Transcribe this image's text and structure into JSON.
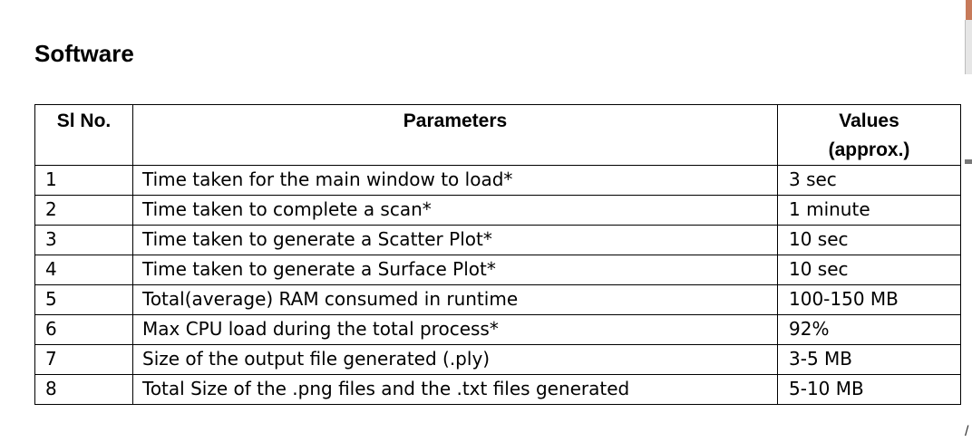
{
  "heading": "Software",
  "table": {
    "headers": {
      "sl_no": "Sl No.",
      "parameters": "Parameters",
      "values_line1": "Values",
      "values_line2": "(approx.)"
    },
    "rows": [
      {
        "no": "1",
        "parameter": "Time taken for the main window to load*",
        "value": "3 sec"
      },
      {
        "no": "2",
        "parameter": "Time taken to complete a scan*",
        "value": "1 minute"
      },
      {
        "no": "3",
        "parameter": "Time taken to generate a Scatter Plot*",
        "value": "10 sec"
      },
      {
        "no": "4",
        "parameter": "Time taken to generate a Surface Plot*",
        "value": "10 sec"
      },
      {
        "no": "5",
        "parameter": "Total(average) RAM consumed in runtime",
        "value": "100-150 MB"
      },
      {
        "no": "6",
        "parameter": "Max CPU load during the total process*",
        "value": "92%"
      },
      {
        "no": "7",
        "parameter": "Size of the output file generated (.ply)",
        "value": "3-5 MB"
      },
      {
        "no": "8",
        "parameter": "Total Size of the .png files and the .txt files generated",
        "value": "5-10 MB"
      }
    ]
  },
  "edge_glyph": "/"
}
